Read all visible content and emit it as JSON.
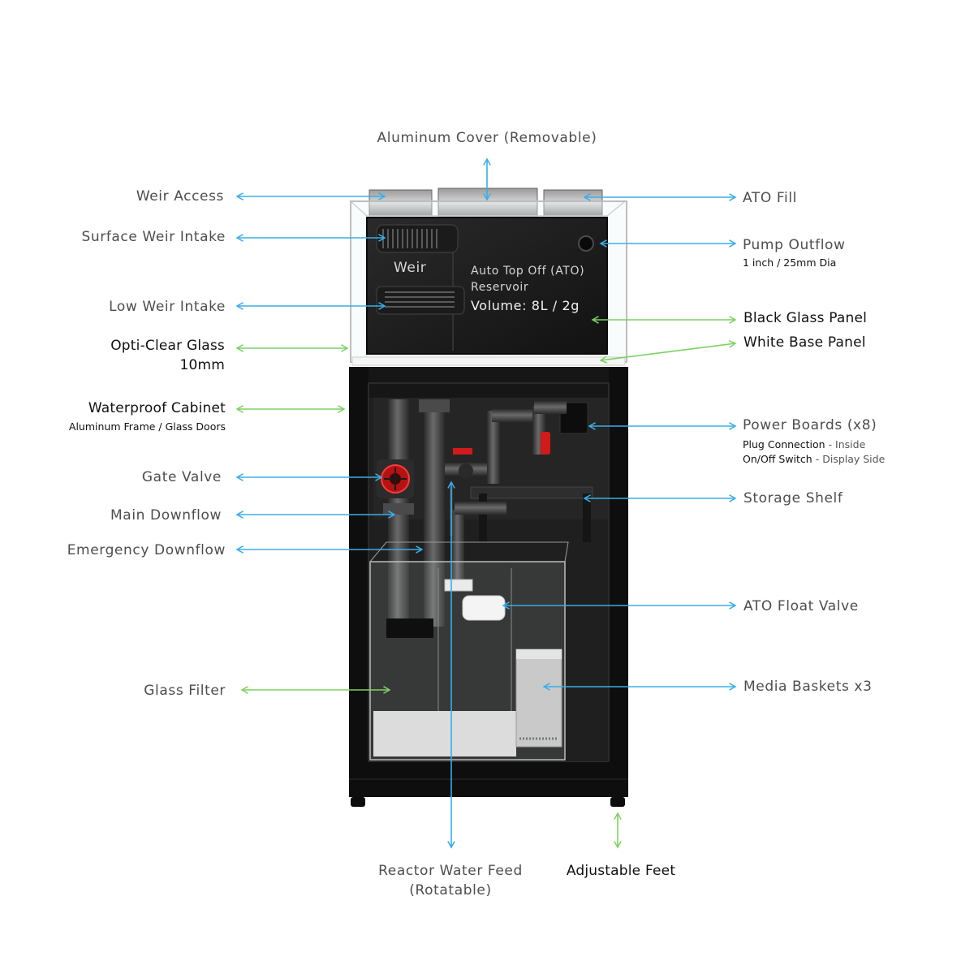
{
  "colors": {
    "blue_arrow": "#3aaee8",
    "green_arrow": "#7cd262",
    "frame": "#141414",
    "valve_red": "#d11a1a",
    "pipe": "#3c3c3c"
  },
  "labels": {
    "aluminum_cover": "Aluminum Cover (Removable)",
    "weir_access": "Weir Access",
    "ato_fill": "ATO Fill",
    "surface_weir_intake": "Surface Weir Intake",
    "pump_outflow": "Pump Outflow",
    "pump_outflow_sub": "1 inch / 25mm Dia",
    "weir": "Weir",
    "ato_reservoir_line1": "Auto Top Off (ATO)",
    "ato_reservoir_line2": "Reservoir",
    "ato_volume": "Volume: 8L / 2g",
    "low_weir_intake": "Low Weir Intake",
    "black_glass_panel": "Black Glass Panel",
    "opti_clear_glass": "Opti-Clear Glass",
    "opti_clear_glass_sub": "10mm",
    "white_base_panel": "White Base Panel",
    "waterproof_cabinet": "Waterproof Cabinet",
    "waterproof_cabinet_sub": "Aluminum Frame / Glass Doors",
    "power_boards": "Power Boards (x8)",
    "plug_connection": "Plug Connection",
    "plug_connection_detail": "- Inside",
    "onoff_switch": "On/Off Switch",
    "onoff_switch_detail": "- Display Side",
    "gate_valve": "Gate Valve",
    "storage_shelf": "Storage Shelf",
    "main_downflow": "Main Downflow",
    "emergency_downflow": "Emergency Downflow",
    "ato_float_valve": "ATO Float Valve",
    "glass_filter": "Glass Filter",
    "media_baskets": "Media Baskets x3",
    "reactor_water_feed_line1": "Reactor Water Feed",
    "reactor_water_feed_line2": "(Rotatable)",
    "adjustable_feet": "Adjustable Feet"
  }
}
